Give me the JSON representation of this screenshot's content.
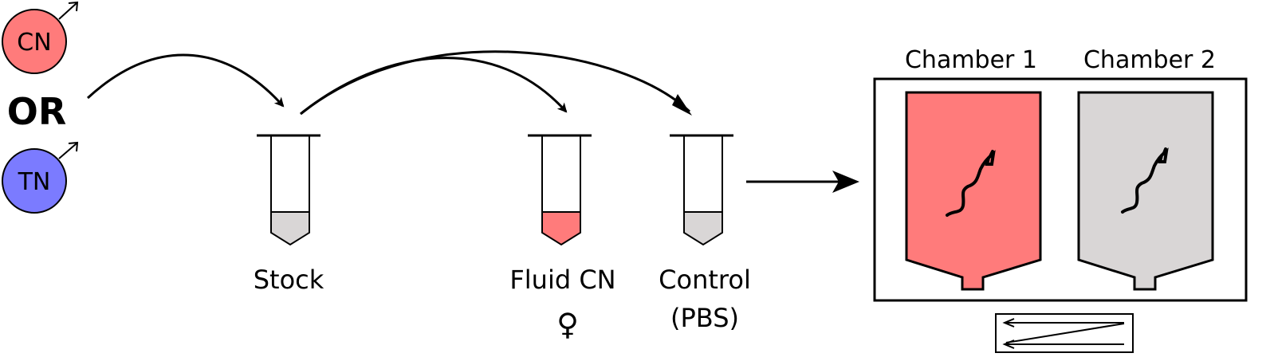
{
  "colors": {
    "cn_red": "#ff7b7b",
    "tn_blue": "#7b7bff",
    "grey_fluid": "#d9d6d6",
    "stroke": "#000000"
  },
  "left": {
    "cn_label": "CN",
    "or_label": "OR",
    "tn_label": "TN",
    "male_symbol": "♂"
  },
  "tubes": {
    "stock_label": "Stock",
    "fluid_cn_label": "Fluid CN",
    "female_symbol": "♀",
    "control_label": "Control",
    "control_sub": "(PBS)"
  },
  "chambers": {
    "chamber1_label": "Chamber 1",
    "chamber2_label": "Chamber 2"
  }
}
